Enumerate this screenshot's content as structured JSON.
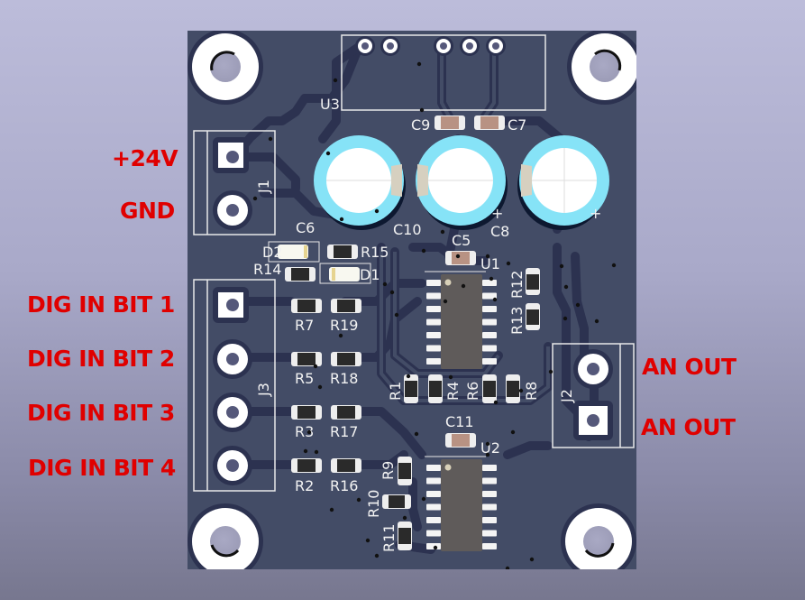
{
  "title": "PCB 3D view",
  "colors": {
    "label_red": "#e00000",
    "board": "#434c66",
    "copper_trace": "#2c3250",
    "silkscreen": "#f2f2f2",
    "pad": "#ffffff",
    "cap_blue": "#86e3f7",
    "ic_body": "#5f5b5a",
    "ceramic_cap": "#b89283"
  },
  "external_labels": {
    "power": [
      "+24V",
      "GND"
    ],
    "digital_inputs": [
      "DIG IN BIT 1",
      "DIG IN BIT 2",
      "DIG IN BIT 3",
      "DIG IN BIT 4"
    ],
    "analog_outputs": [
      "AN OUT",
      "AN OUT"
    ]
  },
  "designators": {
    "U3": "U3",
    "J1": "J1",
    "J2": "J2",
    "J3": "J3",
    "C9": "C9",
    "C7": "C7",
    "C6": "C6",
    "C10": "C10",
    "C8": "C8",
    "C5": "C5",
    "C11": "C11",
    "D1": "D1",
    "D2": "D2",
    "R1": "R1",
    "R2": "R2",
    "R3": "R3",
    "R4": "R4",
    "R5": "R5",
    "R6": "R6",
    "R7": "R7",
    "R8": "R8",
    "R9": "R9",
    "R10": "R10",
    "R11": "R11",
    "R12": "R12",
    "R13": "R13",
    "R14": "R14",
    "R15": "R15",
    "R16": "R16",
    "R17": "R17",
    "R18": "R18",
    "R19": "R19",
    "U1": "U1",
    "U2": "U2",
    "plus": "+"
  }
}
